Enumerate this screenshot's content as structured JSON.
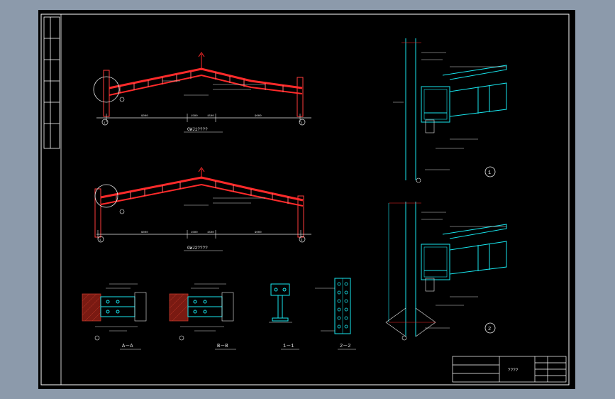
{
  "drawing": {
    "frame_title_top": "GWJ1????",
    "frame_title_bottom": "GWJ2????",
    "section_labels": [
      "A－A",
      "B－B",
      "1－1",
      "2－2"
    ],
    "detail_numbers": [
      "1",
      "2"
    ],
    "axis_labels_top": [
      "1",
      "2"
    ],
    "axis_labels_bottom": [
      "1",
      "2"
    ],
    "titleblock_name": "????",
    "dimensions_top": [
      "9000",
      "1500",
      "1500",
      "9000"
    ],
    "dimensions_bottom": [
      "9000",
      "1500",
      "1500",
      "9000"
    ]
  },
  "colors": {
    "background": "#000000",
    "outside": "#8c9aab",
    "rafter": "#ff2a2a",
    "steel_section": "#18e6ee",
    "hatch": "#c0392b",
    "text": "#e8e8e8",
    "frame_line": "#ffffff"
  }
}
